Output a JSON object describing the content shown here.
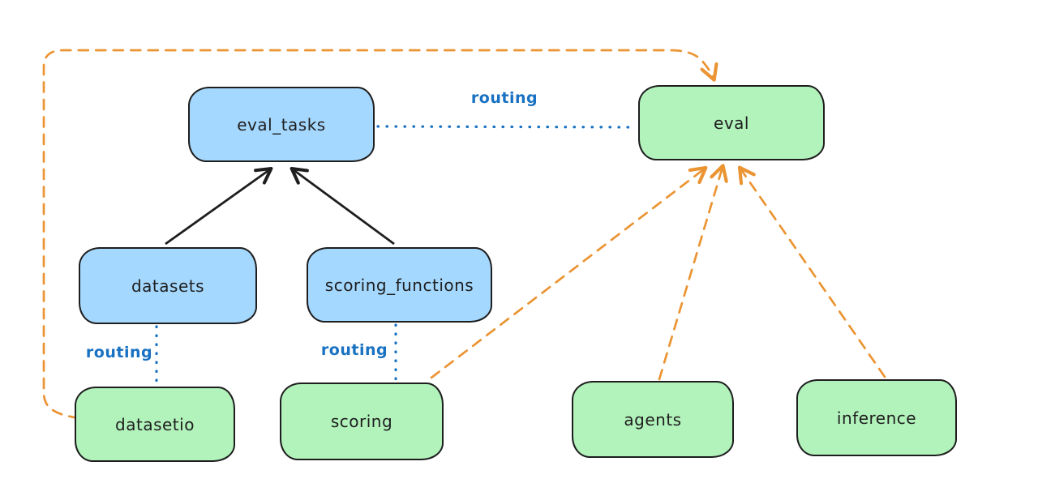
{
  "diagram": {
    "nodes": [
      {
        "id": "eval_tasks",
        "label": "eval_tasks",
        "fill": "#A5D8FF"
      },
      {
        "id": "eval",
        "label": "eval",
        "fill": "#B2F2BB"
      },
      {
        "id": "datasets",
        "label": "datasets",
        "fill": "#A5D8FF"
      },
      {
        "id": "scoring_functions",
        "label": "scoring_functions",
        "fill": "#A5D8FF"
      },
      {
        "id": "datasetio",
        "label": "datasetio",
        "fill": "#B2F2BB"
      },
      {
        "id": "scoring",
        "label": "scoring",
        "fill": "#B2F2BB"
      },
      {
        "id": "agents",
        "label": "agents",
        "fill": "#B2F2BB"
      },
      {
        "id": "inference",
        "label": "inference",
        "fill": "#B2F2BB"
      }
    ],
    "edges": [
      {
        "from": "datasets",
        "to": "eval_tasks",
        "style": "solid",
        "color": "#1E1E1E",
        "label": ""
      },
      {
        "from": "scoring_functions",
        "to": "eval_tasks",
        "style": "solid",
        "color": "#1E1E1E",
        "label": ""
      },
      {
        "from": "eval_tasks",
        "to": "eval",
        "style": "dotted",
        "color": "#1971C2",
        "label": "routing"
      },
      {
        "from": "datasets",
        "to": "datasetio",
        "style": "dotted",
        "color": "#1971C2",
        "label": "routing"
      },
      {
        "from": "scoring_functions",
        "to": "scoring",
        "style": "dotted",
        "color": "#1971C2",
        "label": "routing"
      },
      {
        "from": "datasetio",
        "to": "eval",
        "style": "dashed",
        "color": "#EB9433",
        "label": ""
      },
      {
        "from": "scoring",
        "to": "eval",
        "style": "dashed",
        "color": "#EB9433",
        "label": ""
      },
      {
        "from": "agents",
        "to": "eval",
        "style": "dashed",
        "color": "#EB9433",
        "label": ""
      },
      {
        "from": "inference",
        "to": "eval",
        "style": "dashed",
        "color": "#EB9433",
        "label": ""
      }
    ],
    "colors": {
      "node_blue": "#A5D8FF",
      "node_green": "#B2F2BB",
      "stroke": "#1E1E1E",
      "routing_blue": "#1971C2",
      "dashed_orange": "#EB9433",
      "background": "#FFFFFF"
    }
  }
}
